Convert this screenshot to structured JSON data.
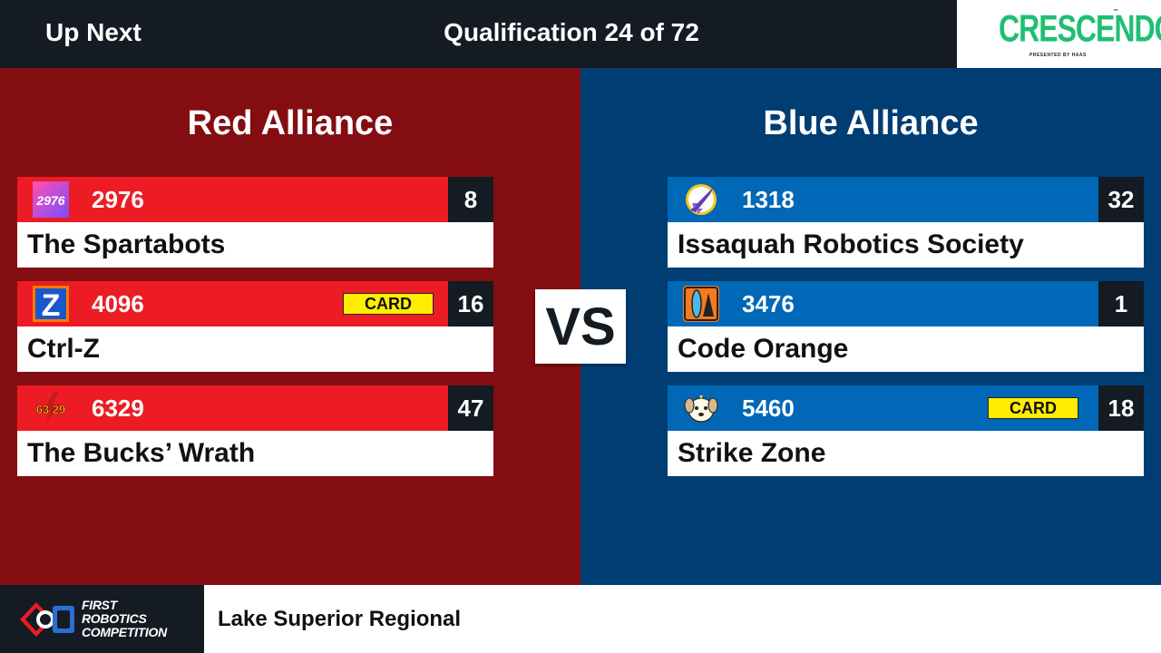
{
  "header": {
    "status": "Up Next",
    "match": "Qualification 24 of 72",
    "game_logo": {
      "text": "CRESCENDO",
      "subtext": "PRESENTED BY HAAS",
      "color": "#1fbf73"
    }
  },
  "vs_label": "VS",
  "red": {
    "title": "Red Alliance",
    "color": "#ed1b24",
    "teams": [
      {
        "number": "2976",
        "name": "The Spartabots",
        "rank": "8",
        "card": null,
        "logo_icon": "spartabots-logo-icon",
        "logo_text": "2976"
      },
      {
        "number": "4096",
        "name": "Ctrl-Z",
        "rank": "16",
        "card": "CARD",
        "logo_icon": "ctrl-z-logo-icon",
        "logo_text": "Z"
      },
      {
        "number": "6329",
        "name": "The Bucks’ Wrath",
        "rank": "47",
        "card": null,
        "logo_icon": "bucks-wrath-logo-icon",
        "logo_text": "63 29"
      }
    ]
  },
  "blue": {
    "title": "Blue Alliance",
    "color": "#0068b7",
    "teams": [
      {
        "number": "1318",
        "name": "Issaquah Robotics Society",
        "rank": "32",
        "card": null,
        "logo_icon": "rocket-logo-icon"
      },
      {
        "number": "3476",
        "name": "Code Orange",
        "rank": "1",
        "card": null,
        "logo_icon": "surfboard-logo-icon"
      },
      {
        "number": "5460",
        "name": "Strike Zone",
        "rank": "18",
        "card": "CARD",
        "logo_icon": "dog-logo-icon"
      }
    ]
  },
  "footer": {
    "program_logo": [
      "FIRST",
      "ROBOTICS",
      "COMPETITION"
    ],
    "event_name": "Lake Superior Regional"
  }
}
